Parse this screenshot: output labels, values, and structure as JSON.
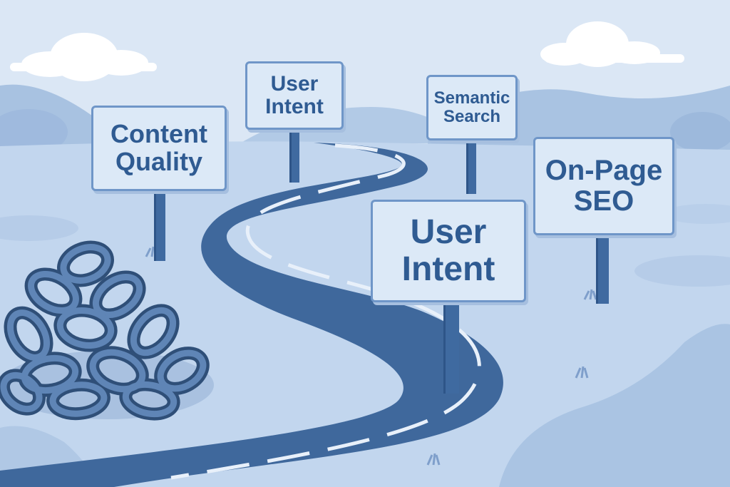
{
  "scene": {
    "colors": {
      "sky": "#dbe7f5",
      "hills": "#a9c3e2",
      "ground": "#c2d6ee",
      "road": "#3f689c",
      "road_line": "#e8f0fa",
      "chain": "#3d628f",
      "sign_face": "#dce9f7",
      "sign_border": "#6f96c8",
      "sign_text": "#2f5b92"
    },
    "signs": [
      {
        "id": "content-quality",
        "text": "Content\nQuality"
      },
      {
        "id": "user-intent-back",
        "text": "User\nIntent"
      },
      {
        "id": "semantic-search",
        "text": "Semantic\nSearch"
      },
      {
        "id": "on-page-seo",
        "text": "On-Page\nSEO"
      },
      {
        "id": "user-intent-front",
        "text": "User\nIntent"
      }
    ],
    "illustration": [
      "winding-road",
      "pile-of-chain-links",
      "clouds",
      "rolling-hills"
    ]
  }
}
